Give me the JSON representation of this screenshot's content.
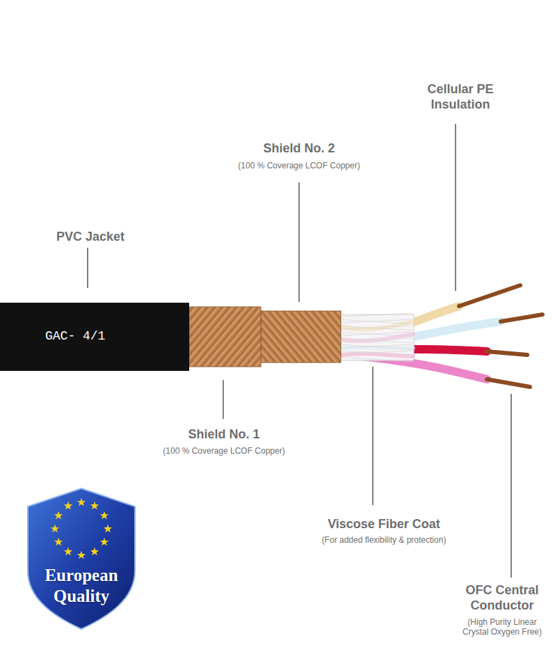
{
  "diagram": {
    "nodes": [
      {
        "text": [
          "European Quality"
        ]
      }
    ],
    "labels": [
      "Cellular PE Insulation",
      "Shield No. 2",
      "(100 % Coverage LCOF Copper)",
      "PVC Jacket",
      "GAC- 4/1",
      "Shield No. 1",
      "(100 % Coverage LCOF Copper)",
      "Viscose Fiber Coat",
      "(For added flexibility & protection)",
      "OFC Central Conductor",
      "(High Purity Linear Crystal Oxygen Free)"
    ]
  }
}
